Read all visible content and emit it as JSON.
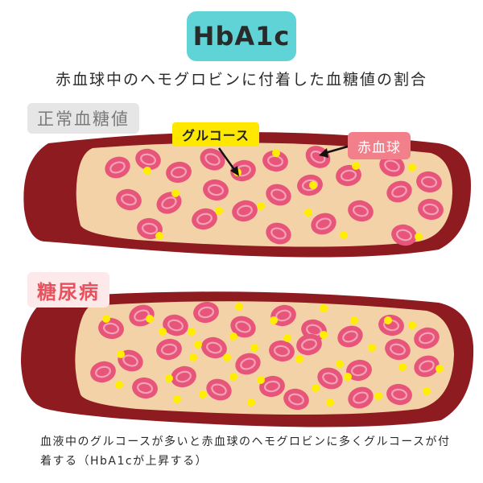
{
  "title": "HbA1c",
  "subtitle": "赤血球中のヘモグロビンに付着した血糖値の割合",
  "panels": {
    "normal": {
      "label": "正常血糖値",
      "tag_glucose": "グルコース",
      "tag_rbc": "赤血球"
    },
    "diabetes": {
      "label": "糖尿病"
    }
  },
  "caption": "血液中のグルコースが多いと赤血球のヘモグロビンに多くグルコースが付着する（HbA1cが上昇する）",
  "colors": {
    "title_bg": "#5fd3d6",
    "vessel_wall": "#8e1b20",
    "vessel_wall_dark": "#6e1015",
    "plasma": "#f4d2a8",
    "rbc": "#e8557a",
    "rbc_center": "#f4a3b7",
    "glucose": "#ffee00",
    "tag_glucose_bg": "#ffe800",
    "tag_rbc_bg": "#f2808a",
    "label_normal_bg": "#e6e6e6",
    "label_diabetes_bg": "#fde8ea",
    "label_diabetes_text": "#e8525e"
  }
}
